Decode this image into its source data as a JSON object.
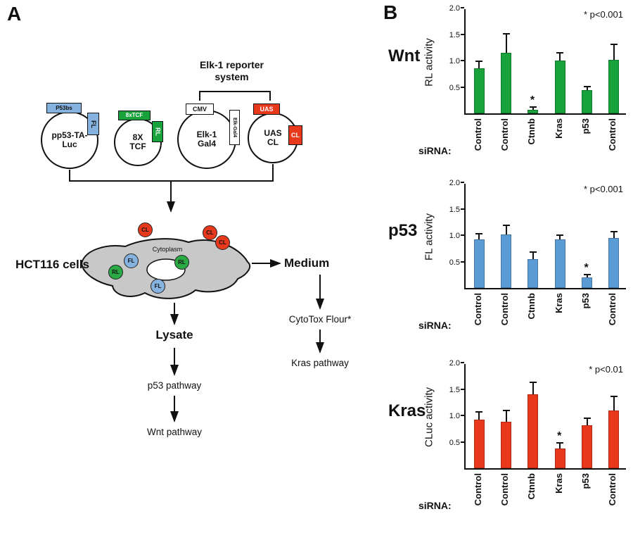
{
  "panelA": {
    "label": "A",
    "elk_reporter_label": "Elk-1 reporter system",
    "plasmids": [
      {
        "name": "pp53-TA-Luc",
        "top_tag": "P53bs",
        "side_tag": "FL",
        "color": "#85B2DE"
      },
      {
        "name": "8X TCF",
        "top_tag": "8xTCF",
        "side_tag": "RL",
        "color": "#17A23B"
      },
      {
        "name": "Elk-1 Gal4",
        "top_tag": "CMV",
        "side_tag": "Elk-Gal4",
        "color": "#FFFFFF"
      },
      {
        "name": "UAS CL",
        "top_tag": "UAS",
        "side_tag": "CL",
        "color": "#E8391D"
      }
    ],
    "cell_label": "HCT116 cells",
    "cytoplasm_label": "Cytoplasm",
    "molecules": {
      "cl": "CL",
      "fl": "FL",
      "rl": "RL"
    },
    "medium_label": "Medium",
    "cytotox_label": "CytoTox Flour*",
    "kras_pathway_label": "Kras pathway",
    "lysate_label": "Lysate",
    "p53_pathway_label": "p53 pathway",
    "wnt_pathway_label": "Wnt pathway"
  },
  "panelB": {
    "label": "B",
    "sirna_label": "siRNA:"
  },
  "chart_data": [
    {
      "type": "bar",
      "title": "Wnt",
      "ylabel": "RL activity",
      "annotation": "* p<0.001",
      "categories": [
        "Control",
        "Control",
        "Ctnnb",
        "Kras",
        "p53",
        "Control"
      ],
      "values": [
        0.85,
        1.15,
        0.07,
        1.0,
        0.44,
        1.02
      ],
      "errors": [
        0.12,
        0.35,
        0.04,
        0.13,
        0.05,
        0.28
      ],
      "star_index": 2,
      "color": "#17A23B",
      "ylim": [
        0,
        2.0
      ],
      "yticks": [
        0.5,
        1.0,
        1.5,
        2.0
      ],
      "legend": "none",
      "grid": false
    },
    {
      "type": "bar",
      "title": "p53",
      "ylabel": "FL activity",
      "annotation": "* p<0.001",
      "categories": [
        "Control",
        "Control",
        "Ctnnb",
        "Kras",
        "p53",
        "Control"
      ],
      "values": [
        0.92,
        1.02,
        0.55,
        0.92,
        0.2,
        0.95
      ],
      "errors": [
        0.1,
        0.15,
        0.12,
        0.07,
        0.04,
        0.1
      ],
      "star_index": 4,
      "color": "#5B9BD5",
      "ylim": [
        0,
        2.0
      ],
      "yticks": [
        0.5,
        1.0,
        1.5,
        2.0
      ],
      "legend": "none",
      "grid": false
    },
    {
      "type": "bar",
      "title": "Kras",
      "ylabel": "CLuc activity",
      "annotation": "* p<0.01",
      "categories": [
        "Control",
        "Control",
        "Ctnnb",
        "Kras",
        "p53",
        "Control"
      ],
      "values": [
        0.92,
        0.88,
        1.4,
        0.37,
        0.82,
        1.1
      ],
      "errors": [
        0.13,
        0.2,
        0.22,
        0.1,
        0.12,
        0.25
      ],
      "star_index": 3,
      "color": "#E8391D",
      "ylim": [
        0,
        2.0
      ],
      "yticks": [
        0.5,
        1.0,
        1.5,
        2.0
      ],
      "legend": "none",
      "grid": false
    }
  ]
}
